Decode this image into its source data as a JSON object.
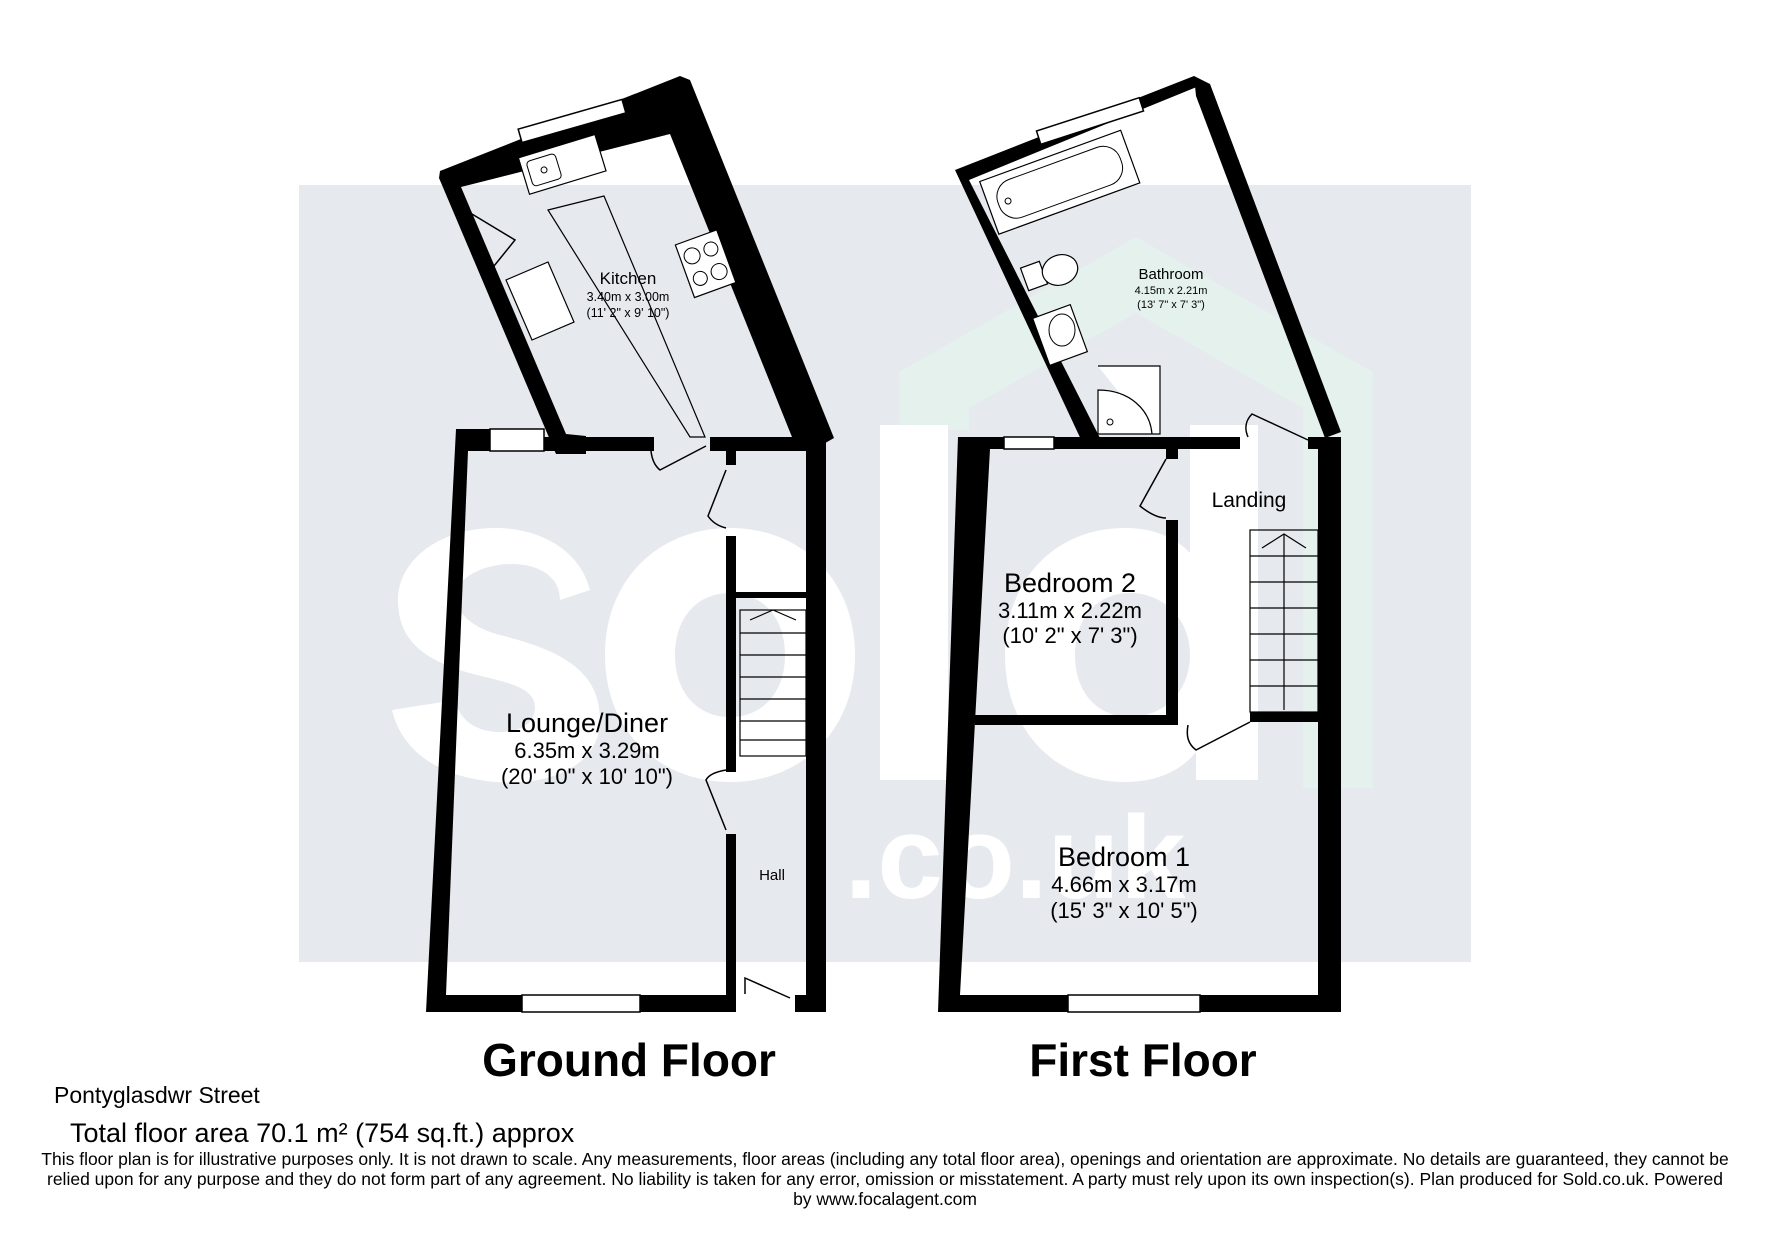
{
  "watermark": {
    "brand": "sold",
    "domain": ".co.uk"
  },
  "ground_floor": {
    "label": "Ground Floor",
    "rooms": [
      {
        "name": "Kitchen",
        "metric": "3.40m x 3.00m",
        "imperial": "(11' 2\" x 9' 10\")"
      },
      {
        "name": "Lounge/Diner",
        "metric": "6.35m x 3.29m",
        "imperial": "(20' 10\" x 10' 10\")"
      },
      {
        "name": "Hall"
      }
    ]
  },
  "first_floor": {
    "label": "First Floor",
    "rooms": [
      {
        "name": "Bathroom",
        "metric": "4.15m x 2.21m",
        "imperial": "(13' 7\" x 7' 3\")"
      },
      {
        "name": "Landing"
      },
      {
        "name": "Bedroom 2",
        "metric": "3.11m x 2.22m",
        "imperial": "(10' 2\" x 7' 3\")"
      },
      {
        "name": "Bedroom 1",
        "metric": "4.66m x 3.17m",
        "imperial": "(15' 3\" x 10' 5\")"
      }
    ]
  },
  "address": "Pontyglasdwr Street",
  "total_area": "Total floor area 70.1 m² (754 sq.ft.) approx",
  "disclaimer": "This floor plan is for illustrative purposes only. It is not drawn to scale. Any measurements, floor areas (including any total floor area), openings and orientation are approximate. No details are guaranteed, they cannot be relied upon for any purpose and they do not form part of any agreement. No liability is taken for any error, omission or misstatement. A party must rely upon its own inspection(s).  Plan produced for Sold.co.uk. Powered by www.focalagent.com",
  "colors": {
    "wall": "#000000",
    "watermark_grey": "#e6e9ee",
    "watermark_green": "#e5f1ec",
    "watermark_letters": "#ffffff"
  }
}
